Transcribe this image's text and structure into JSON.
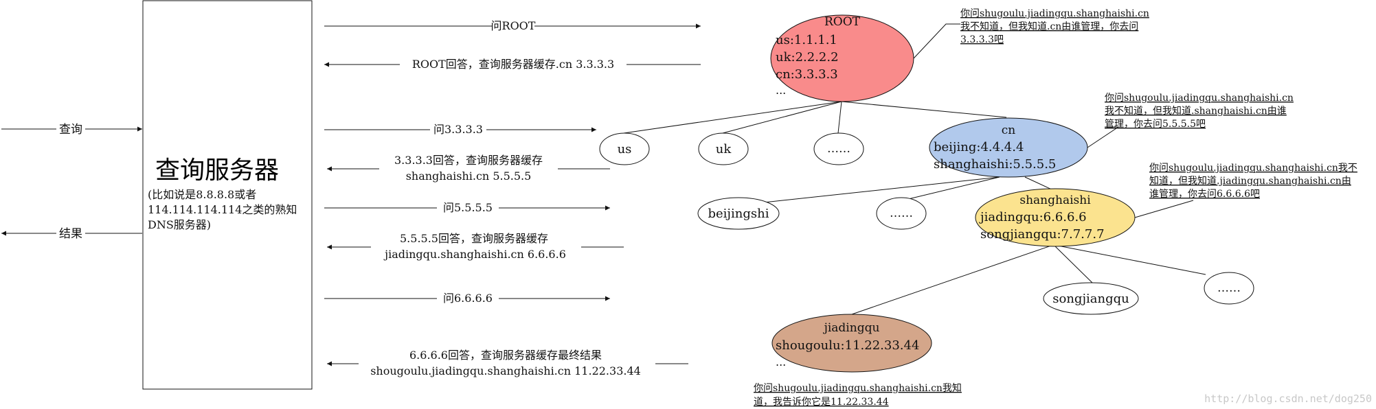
{
  "server": {
    "title": "查询服务器",
    "desc": [
      "(比如说是8.8.8.8或者",
      "114.114.114.114之类的熟知",
      "DNS服务器)"
    ]
  },
  "client": {
    "query_label": "查询",
    "result_label": "结果"
  },
  "messages": {
    "ask_root": "问ROOT",
    "root_reply": "ROOT回答，查询服务器缓存.cn 3.3.3.3",
    "ask_cn": "问3.3.3.3",
    "cn_reply_1": "3.3.3.3回答，查询服务器缓存",
    "cn_reply_2": "shanghaishi.cn 5.5.5.5",
    "ask_sh": "问5.5.5.5",
    "sh_reply_1": "5.5.5.5回答，查询服务器缓存",
    "sh_reply_2": "jiadingqu.shanghaishi.cn 6.6.6.6",
    "ask_jd": "问6.6.6.6",
    "jd_reply_1": "6.6.6.6回答，查询服务器缓存最终结果",
    "jd_reply_2": "shougoulu.jiadingqu.shanghaishi.cn 11.22.33.44"
  },
  "nodes": {
    "root": {
      "lines": [
        "ROOT",
        "us:1.1.1.1",
        "uk:2.2.2.2",
        "cn:3.3.3.3",
        "..."
      ],
      "color": "#f98b8b"
    },
    "us": "us",
    "uk": "uk",
    "dots1": "……",
    "cn": {
      "lines": [
        "cn",
        "beijing:4.4.4.4",
        "shanghaishi:5.5.5.5"
      ],
      "color": "#b1c9ec"
    },
    "beijingshi": "beijingshi",
    "dots2": "……",
    "shanghaishi": {
      "lines": [
        "shanghaishi",
        "jiadingqu:6.6.6.6",
        "songjiangqu:7.7.7.7"
      ],
      "color": "#fbe38f"
    },
    "songjiangqu": "songjiangqu",
    "dots3": "……",
    "jiadingqu": {
      "lines": [
        "jiadingqu",
        "shougoulu:11.22.33.44",
        "..."
      ],
      "color": "#d4a68a"
    }
  },
  "notes": {
    "root": [
      "你问shugoulu.jiadingqu.shanghaishi.cn",
      "我不知道，但我知道.cn由谁管理，你去问",
      "3.3.3.3吧"
    ],
    "cn": [
      "你问shugoulu.jiadingqu.shanghaishi.cn",
      "我不知道，但我知道.shanghaishi.cn由谁",
      "管理，你去问5.5.5.5吧"
    ],
    "sh": [
      "你问shugoulu.jiadingqu.shanghaishi.cn我不",
      "知道，但我知道.jiadingqu.shanghaishi.cn由",
      "谁管理，你去问6.6.6.6吧"
    ],
    "jd": [
      "你问shugoulu.jiadingqu.shanghaishi.cn我知",
      "道，我告诉你它是11.22.33.44"
    ]
  },
  "watermark": "http://blog.csdn.net/dog250"
}
